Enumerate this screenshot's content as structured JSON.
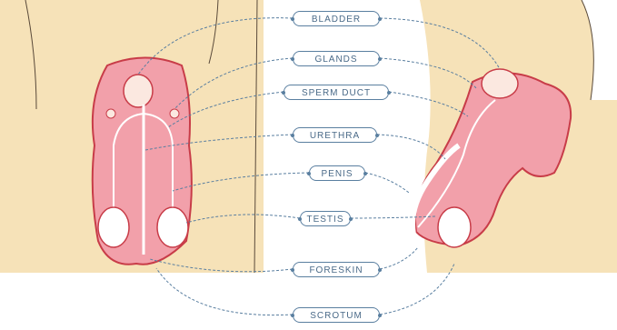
{
  "labels": {
    "bladder": "BLADDER",
    "glands": "GLANDS",
    "sperm_duct": "SPERM DUCT",
    "urethra": "URETHRA",
    "penis": "PENIS",
    "testis": "TESTIS",
    "foreskin": "FORESKIN",
    "scrotum": "SCROTUM"
  },
  "colors": {
    "skin": "#f6e2b8",
    "organ_pink": "#f2a0aa",
    "organ_outline": "#c83c48",
    "label_blue": "#5a7fa0"
  }
}
